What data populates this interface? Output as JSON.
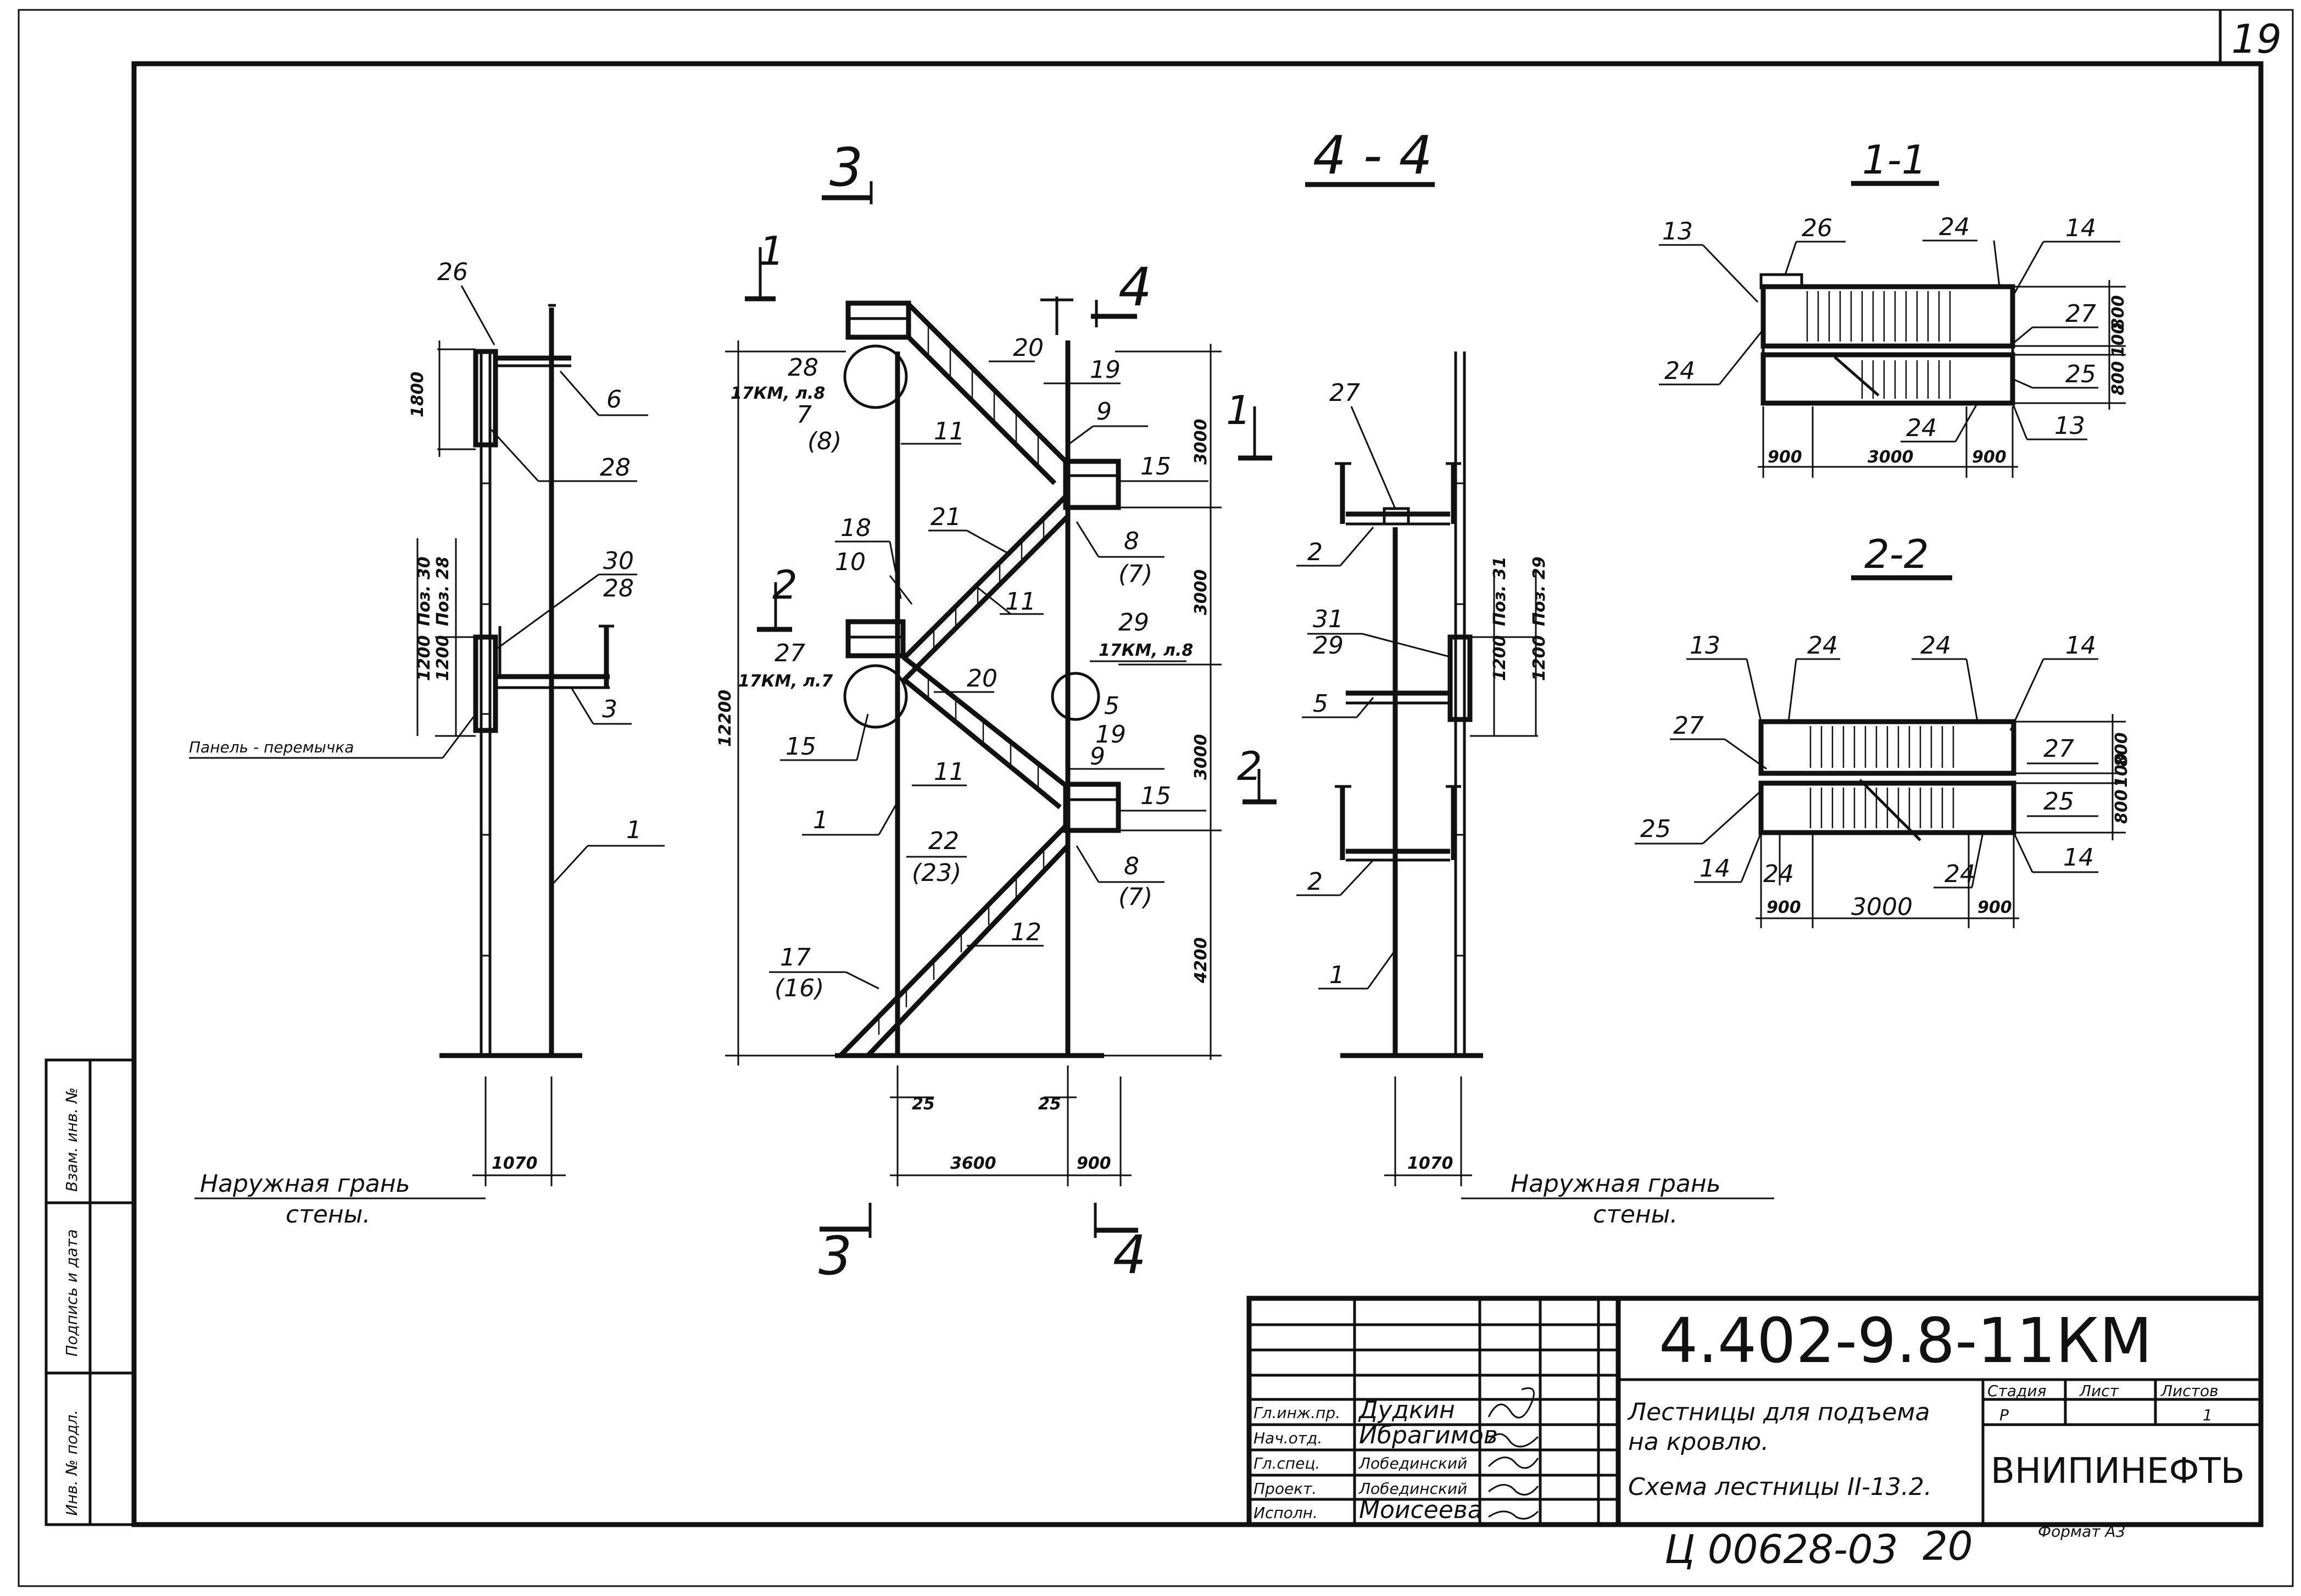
{
  "sheet": {
    "sheet_number": "19",
    "format": "Формат А3",
    "inventory_code": "Ц 00628-03",
    "inventory_suffix": "20"
  },
  "side_stamp": {
    "inv_podl": "Инв. № подл.",
    "podpis": "Подпись и дата",
    "vzam": "Взам. инв. №"
  },
  "title_block": {
    "document_code": "4.402-9.8-11КМ",
    "title_line1": "Лестницы для подъема",
    "title_line2": "на кровлю.",
    "title_line3": "Схема лестницы II-13.2.",
    "stage_header": "Стадия",
    "sheet_header": "Лист",
    "sheets_header": "Листов",
    "stage_value": "Р",
    "sheets_value": "1",
    "organization": "ВНИПИНЕФТЬ",
    "roles": [
      {
        "role": "Гл.инж.пр.",
        "name": "Дудкин"
      },
      {
        "role": "Нач.отд.",
        "name": "Ибрагимов"
      },
      {
        "role": "Гл.спец.",
        "name": "Лобединский"
      },
      {
        "role": "Проект.",
        "name": "Лобединский"
      },
      {
        "role": "Исполн.",
        "name": "Моисеева"
      }
    ]
  },
  "views": {
    "section_44_title": "4 - 4",
    "section_11_title": "1-1",
    "section_22_title": "2-2",
    "left": {
      "callouts": [
        "26",
        "6",
        "28",
        "30",
        "28",
        "3",
        "1"
      ],
      "pos_labels": [
        "Поз. 30",
        "Поз. 28"
      ],
      "dims": [
        "1800",
        "1200",
        "1200",
        "1070"
      ],
      "panel_label": "Панель - перемычка",
      "wall_line1": "Наружная грань",
      "wall_line2": "стены."
    },
    "center": {
      "cut_labels": [
        "3",
        "1",
        "4",
        "2",
        "1",
        "2",
        "3",
        "4"
      ],
      "callouts": [
        "28",
        "7",
        "(8)",
        "20",
        "19",
        "9",
        "11",
        "15",
        "8",
        "(7)",
        "18",
        "10",
        "21",
        "11",
        "29",
        "27",
        "20",
        "5",
        "19",
        "15",
        "11",
        "9",
        "1",
        "15",
        "22",
        "(23)",
        "8",
        "(7)",
        "17",
        "(16)",
        "12"
      ],
      "km_notes": [
        "17КМ, л.8",
        "17КМ, л.7",
        "17КМ, л.8"
      ],
      "dims": [
        "12200",
        "3000",
        "3000",
        "3000",
        "4200",
        "25",
        "25",
        "3600",
        "900"
      ]
    },
    "right": {
      "callouts": [
        "27",
        "2",
        "31",
        "29",
        "5",
        "2",
        "1"
      ],
      "pos_labels": [
        "Поз. 31",
        "Поз. 29"
      ],
      "dims": [
        "1200",
        "1200",
        "1070"
      ],
      "wall_line1": "Наружная грань",
      "wall_line2": "стены."
    },
    "sec11": {
      "callouts": [
        "13",
        "26",
        "24",
        "14",
        "27",
        "24",
        "25",
        "24",
        "13"
      ],
      "dims": [
        "900",
        "3000",
        "900",
        "800",
        "100",
        "800"
      ]
    },
    "sec22": {
      "callouts": [
        "13",
        "24",
        "24",
        "14",
        "27",
        "27",
        "25",
        "25",
        "14",
        "24",
        "24",
        "14"
      ],
      "dims": [
        "900",
        "3000",
        "900",
        "800",
        "100",
        "800"
      ]
    }
  }
}
